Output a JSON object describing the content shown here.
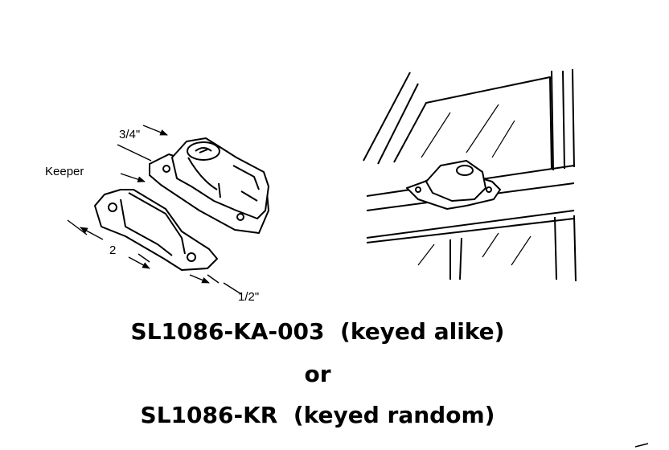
{
  "dimensions": {
    "width_label": "3/4\"",
    "keeper_label": "Keeper",
    "length_label": "2",
    "height_label": "1/2\""
  },
  "captions": {
    "line1": "SL1086-KA-003  (keyed alike)",
    "line2": "or",
    "line3": "SL1086-KR  (keyed random)"
  }
}
